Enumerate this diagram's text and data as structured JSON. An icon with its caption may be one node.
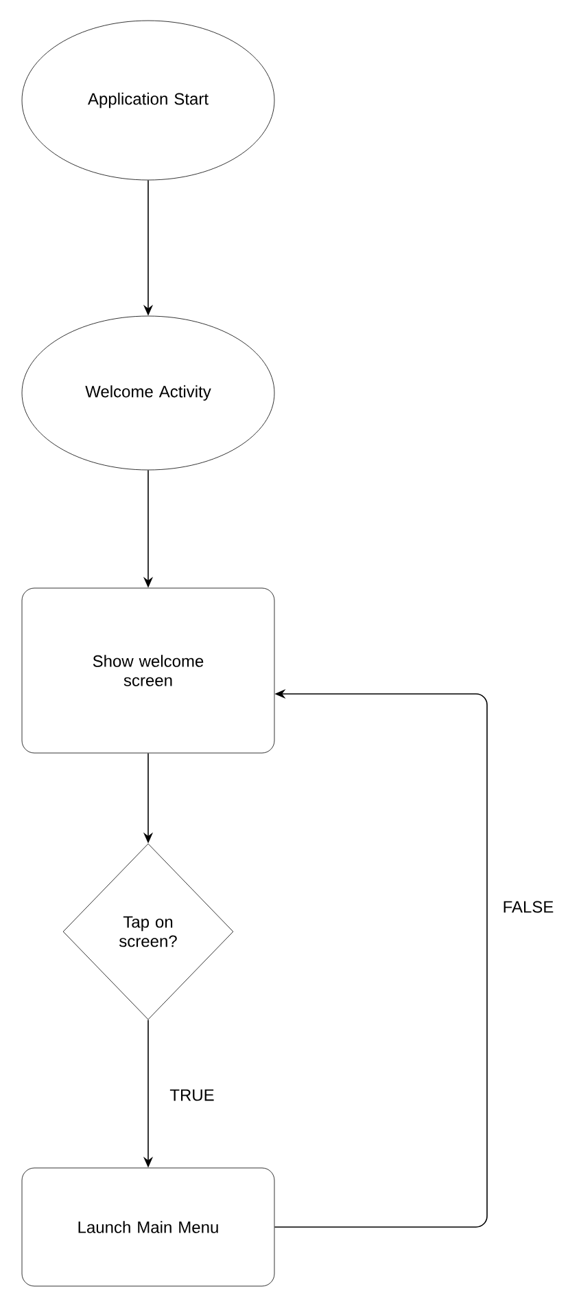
{
  "diagram": {
    "nodes": [
      {
        "text": [
          "Application Start"
        ]
      },
      {
        "text": [
          "Welcome Activity"
        ]
      },
      {
        "text": [
          "Show welcome screen"
        ]
      },
      {
        "text": [
          "Tap on screen?"
        ]
      },
      {
        "text": [
          "Launch Main Menu"
        ]
      }
    ],
    "edges": [
      {
        "from": 0,
        "to": 1,
        "arrow": "to"
      },
      {
        "from": 1,
        "to": 2,
        "arrow": "to"
      },
      {
        "from": 2,
        "to": 3,
        "arrow": "to"
      },
      {
        "from": 3,
        "to": 4,
        "arrow": "to",
        "label": "TRUE"
      },
      {
        "from": 4,
        "to": 2,
        "arrow": "to",
        "label": "FALSE"
      }
    ]
  }
}
